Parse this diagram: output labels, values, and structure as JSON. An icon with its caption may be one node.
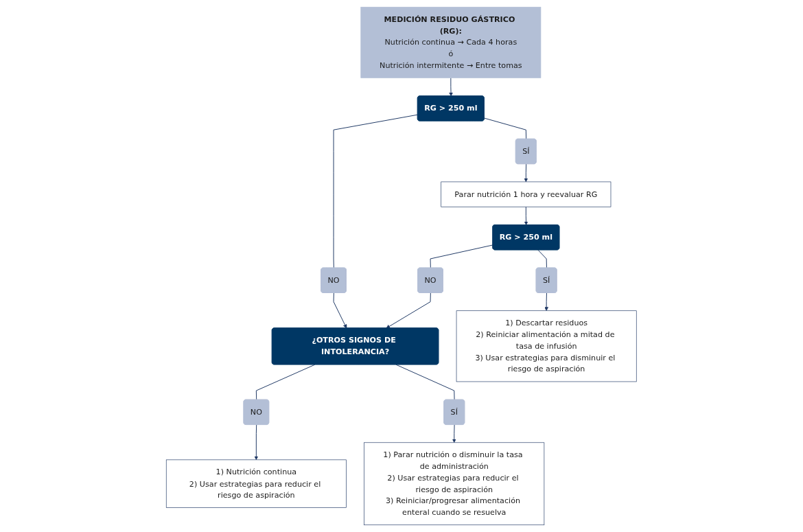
{
  "diagram": {
    "nodes": [
      {
        "text": [
          "MEDICIÓN RESIDUO GÁSTRICO (RG):",
          "Nutrición continua → Cada 4 horas",
          "ó",
          "Nutrición intermitente → Entre tomas"
        ]
      },
      {
        "text": [
          "RG > 250 ml"
        ]
      },
      {
        "text": [
          "SÍ"
        ]
      },
      {
        "text": [
          "NO"
        ]
      },
      {
        "text": [
          "Parar nutrición 1 hora y reevaluar RG"
        ]
      },
      {
        "text": [
          "RG > 250 ml"
        ]
      },
      {
        "text": [
          "NO"
        ]
      },
      {
        "text": [
          "¿OTROS SIGNOS DE INTOLERANCIA?"
        ]
      },
      {
        "text": [
          "SÍ"
        ]
      },
      {
        "text": [
          "NO"
        ]
      },
      {
        "text": [
          "SÍ"
        ]
      },
      {
        "text": [
          "1) Descartar residuos",
          "2) Reiniciar alimentación a mitad de tasa de infusión",
          "3) Usar estrategias para disminuir el riesgo de aspiración"
        ]
      },
      {
        "text": [
          "1) Nutrición continua",
          "2) Usar estrategias para reducir el riesgo de aspiración"
        ]
      },
      {
        "text": [
          "1) Parar nutrición o disminuir la tasa de administración",
          "2) Usar estrategias para reducir el riesgo de aspiración",
          "3) Reiniciar/progresar alimentación enteral cuando se resuelva"
        ]
      }
    ],
    "edges": [
      {
        "from": 0,
        "to": 1,
        "arrow": "to"
      },
      {
        "from": 1,
        "to": 2,
        "arrow": "none"
      },
      {
        "from": 2,
        "to": 4,
        "arrow": "to"
      },
      {
        "from": 1,
        "to": 3,
        "arrow": "none"
      },
      {
        "from": 3,
        "to": 7,
        "arrow": "to"
      },
      {
        "from": 4,
        "to": 5,
        "arrow": "to"
      },
      {
        "from": 5,
        "to": 6,
        "arrow": "none"
      },
      {
        "from": 6,
        "to": 7,
        "arrow": "to"
      },
      {
        "from": 5,
        "to": 8,
        "arrow": "none"
      },
      {
        "from": 8,
        "to": 11,
        "arrow": "to"
      },
      {
        "from": 7,
        "to": 9,
        "arrow": "none"
      },
      {
        "from": 9,
        "to": 12,
        "arrow": "to"
      },
      {
        "from": 7,
        "to": 10,
        "arrow": "none"
      },
      {
        "from": 10,
        "to": 13,
        "arrow": "to"
      }
    ]
  }
}
